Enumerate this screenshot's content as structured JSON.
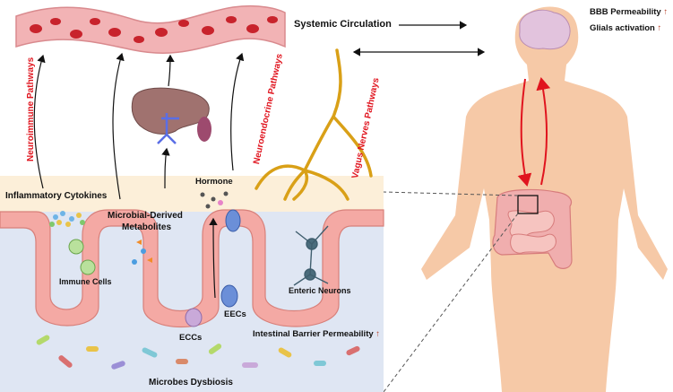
{
  "labels": {
    "systemic_circulation": "Systemic Circulation",
    "bbb_permeability": "BBB Permeability",
    "glial_activation": "Glials activation",
    "neuroimmune": "Neuroimmune Pathways",
    "neuroendocrine": "Neuroendocrine Pathways",
    "vagus": "Vagus Nerves Pathways",
    "hormone": "Hormone",
    "inflammatory_cytokines": "Inflammatory Cytokines",
    "microbial_metabolites_line1": "Microbial-Derived",
    "microbial_metabolites_line2": "Metabolites",
    "immune_cells": "Immune Cells",
    "enteric_neurons": "Enteric Neurons",
    "eecs": "EECs",
    "eccs": "ECCs",
    "intestinal_barrier": "Intestinal Barrier Permeability",
    "microbes_dysbiosis": "Microbes Dysbiosis"
  },
  "increase_arrow_glyph": "↑",
  "colors": {
    "pathway_red": "#e0141e",
    "vessel": "#f2b3b5",
    "red_cell": "#c8232c",
    "vagus_nerve": "#d9a017",
    "epithelium": "#f4a9a4",
    "lumen": "#dfe6f3",
    "lamina": "#fcefd9",
    "skin": "#f6c9a7"
  }
}
